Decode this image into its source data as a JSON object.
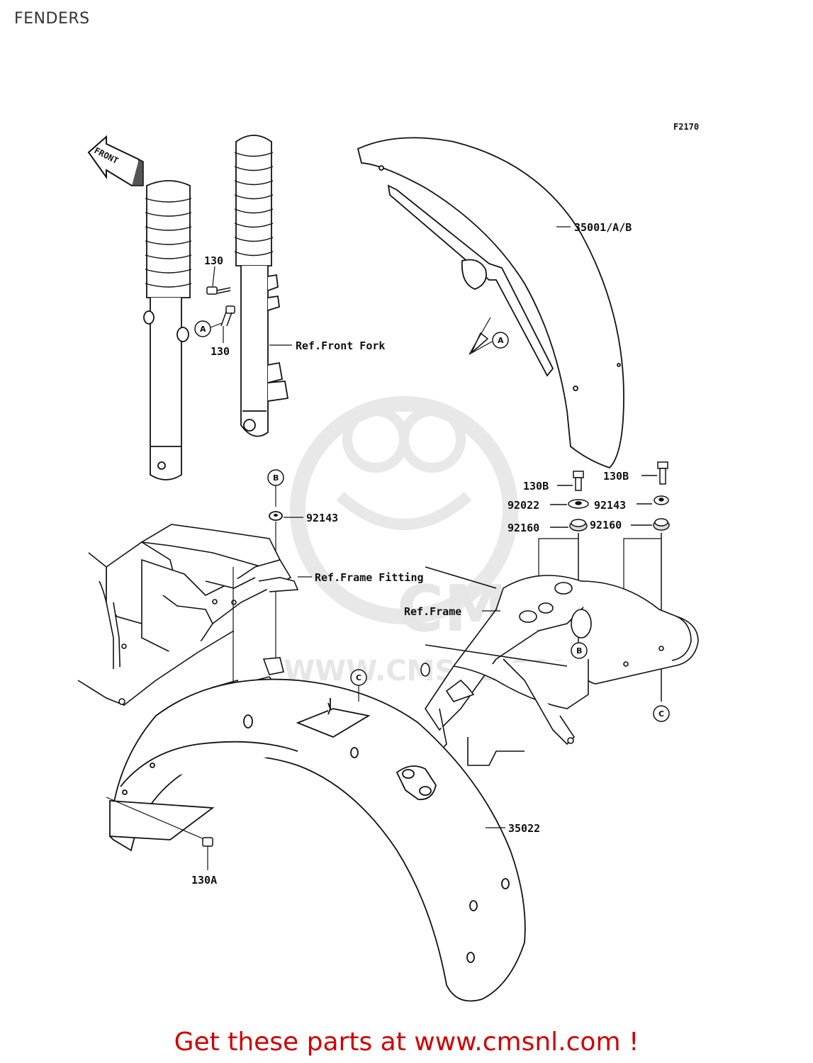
{
  "page": {
    "title": "FENDERS"
  },
  "diagram": {
    "ref_code": "F2170",
    "direction_label": "FRONT",
    "labels": {
      "front_fender": "35001/A/B",
      "rear_fender": "35022",
      "bolt_upper": "130",
      "bolt_lower": "130",
      "bolt_130a": "130A",
      "bolt_130b_left": "130B",
      "bolt_130b_right": "130B",
      "washer_92022": "92022",
      "washer_92143_left": "92143",
      "washer_92143_right": "92143",
      "damper_92160_left": "92160",
      "damper_92160_right": "92160",
      "ref_front_fork": "Ref.Front Fork",
      "ref_frame_fitting": "Ref.Frame Fitting",
      "ref_frame": "Ref.Frame"
    },
    "callouts": {
      "a_fork": "A",
      "a_fender": "A",
      "b_top": "B",
      "b_frame": "B",
      "c_rear": "C",
      "c_right": "C"
    },
    "watermark": {
      "brand": "CMS",
      "url": "WWW.CMSNL.COM"
    }
  },
  "footer": {
    "ad_text": "Get these parts at www.cmsnl.com !"
  }
}
